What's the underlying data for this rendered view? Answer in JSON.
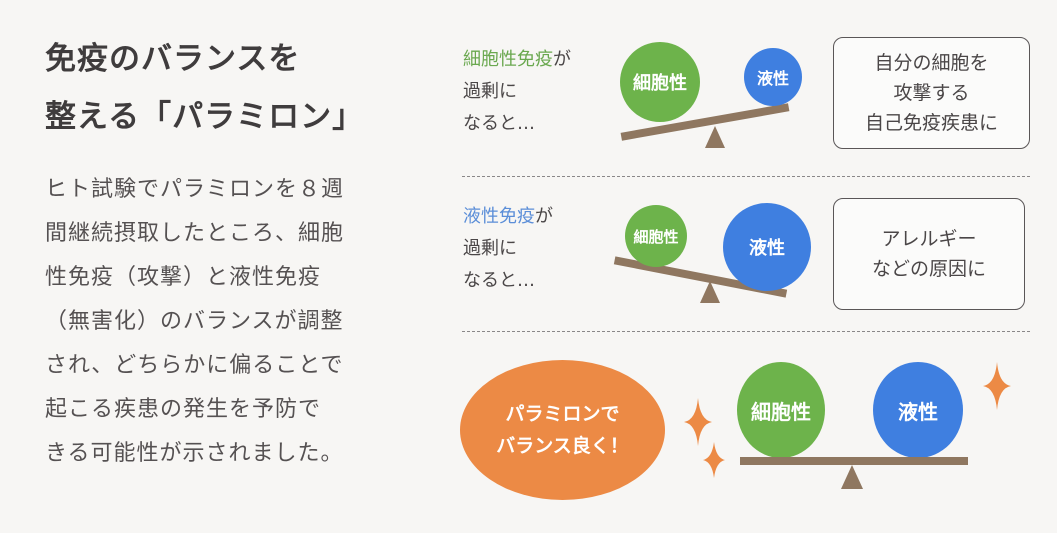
{
  "heading": {
    "line1": "免疫のバランスを",
    "line2": "整える「パラミロン」"
  },
  "body": {
    "lines": [
      "ヒト試験でパラミロンを８週",
      "間継続摂取したところ、細胞",
      "性免疫（攻撃）と液性免疫",
      "（無害化）のバランスが調整",
      "され、どちらかに偏ることで",
      "起こる疾患の発生を予防で",
      "きる可能性が示されました。"
    ]
  },
  "scenarios": [
    {
      "highlight": "細胞性免疫",
      "highlight_suffix": "が",
      "line2": "過剰に",
      "line3": "なると…",
      "left_ball": "細胞性",
      "right_ball": "液性",
      "result": [
        "自分の細胞を",
        "攻撃する",
        "自己免疫疾患に"
      ]
    },
    {
      "highlight": "液性免疫",
      "highlight_suffix": "が",
      "line2": "過剰に",
      "line3": "なると…",
      "left_ball": "細胞性",
      "right_ball": "液性",
      "result": [
        "アレルギー",
        "などの原因に"
      ]
    },
    {
      "bubble": [
        "パラミロンで",
        "バランス良く！"
      ],
      "left_ball": "細胞性",
      "right_ball": "液性"
    }
  ],
  "colors": {
    "cellular_green": "#6db34b",
    "humoral_blue": "#3f7fe0",
    "accent_orange": "#ec8a45",
    "seesaw_brown": "#8f7760"
  }
}
